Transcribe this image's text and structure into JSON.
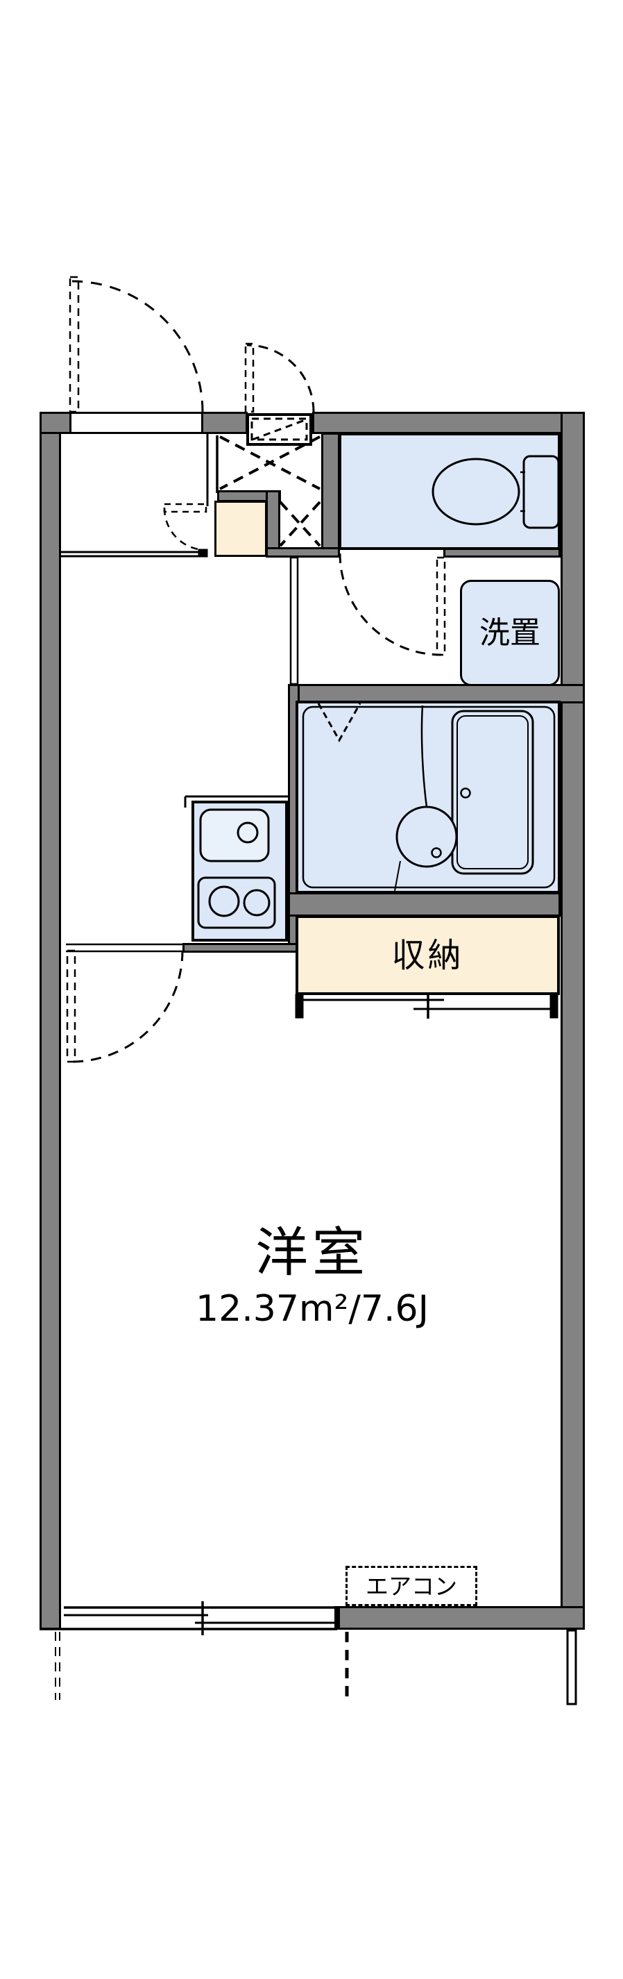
{
  "floorplan": {
    "main_room": {
      "label": "洋室",
      "area": "12.37m²/7.6J"
    },
    "closet_label": "収納",
    "washer_label": "洗置",
    "aircon_label": "エアコン",
    "colors": {
      "wall": "#838383",
      "fixture_blue": "#dce8f8",
      "beige": "#fcf0d8",
      "line": "#000000",
      "background": "#ffffff"
    },
    "icons": [
      "toilet-icon",
      "bathtub-icon",
      "washbowl-icon",
      "shower-hose-icon",
      "kitchen-sink-icon",
      "faucet-icon",
      "stove-burners-icon",
      "door-swing-icon",
      "folding-door-icon",
      "sliding-window-icon",
      "closet-sliding-door-icon",
      "storage-crossbox-icon",
      "balcony-divider-icon"
    ]
  }
}
